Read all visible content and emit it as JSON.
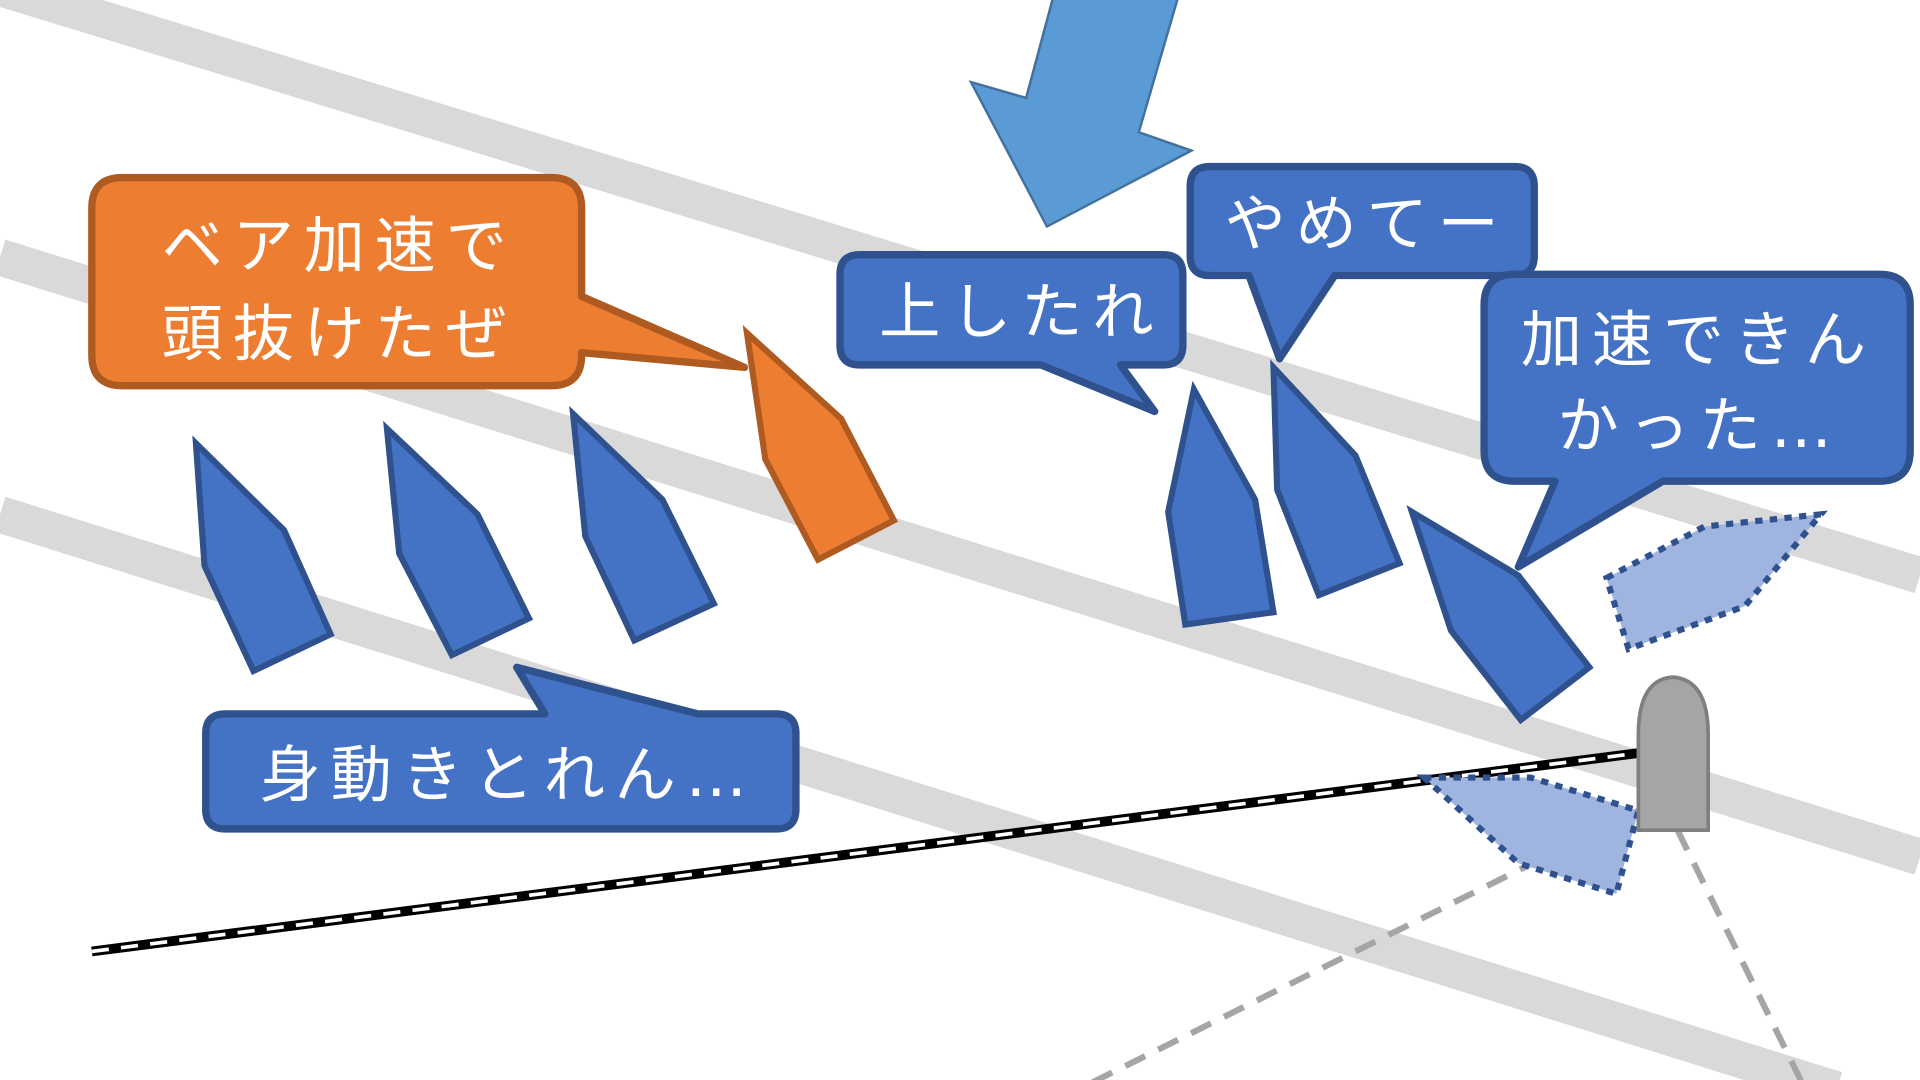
{
  "colors": {
    "boat": "#4472c4",
    "boat_outline": "#2f528f",
    "orange": "#ed7d31",
    "orange_outline": "#ae5a21",
    "wind_arrow": "#5b9bd5",
    "lane": "#d9d9d9",
    "mark": "#a5a5a5"
  },
  "callouts": {
    "orange": {
      "line1": "ベア加速で",
      "line2": "頭抜けたぜ"
    },
    "uwate": {
      "line1": "上したれ"
    },
    "yamete": {
      "line1": "やめてー"
    },
    "kasoku": {
      "line1": "加速できん",
      "line2": "かった…"
    },
    "midouki": {
      "line1": "身動きとれん…"
    }
  }
}
